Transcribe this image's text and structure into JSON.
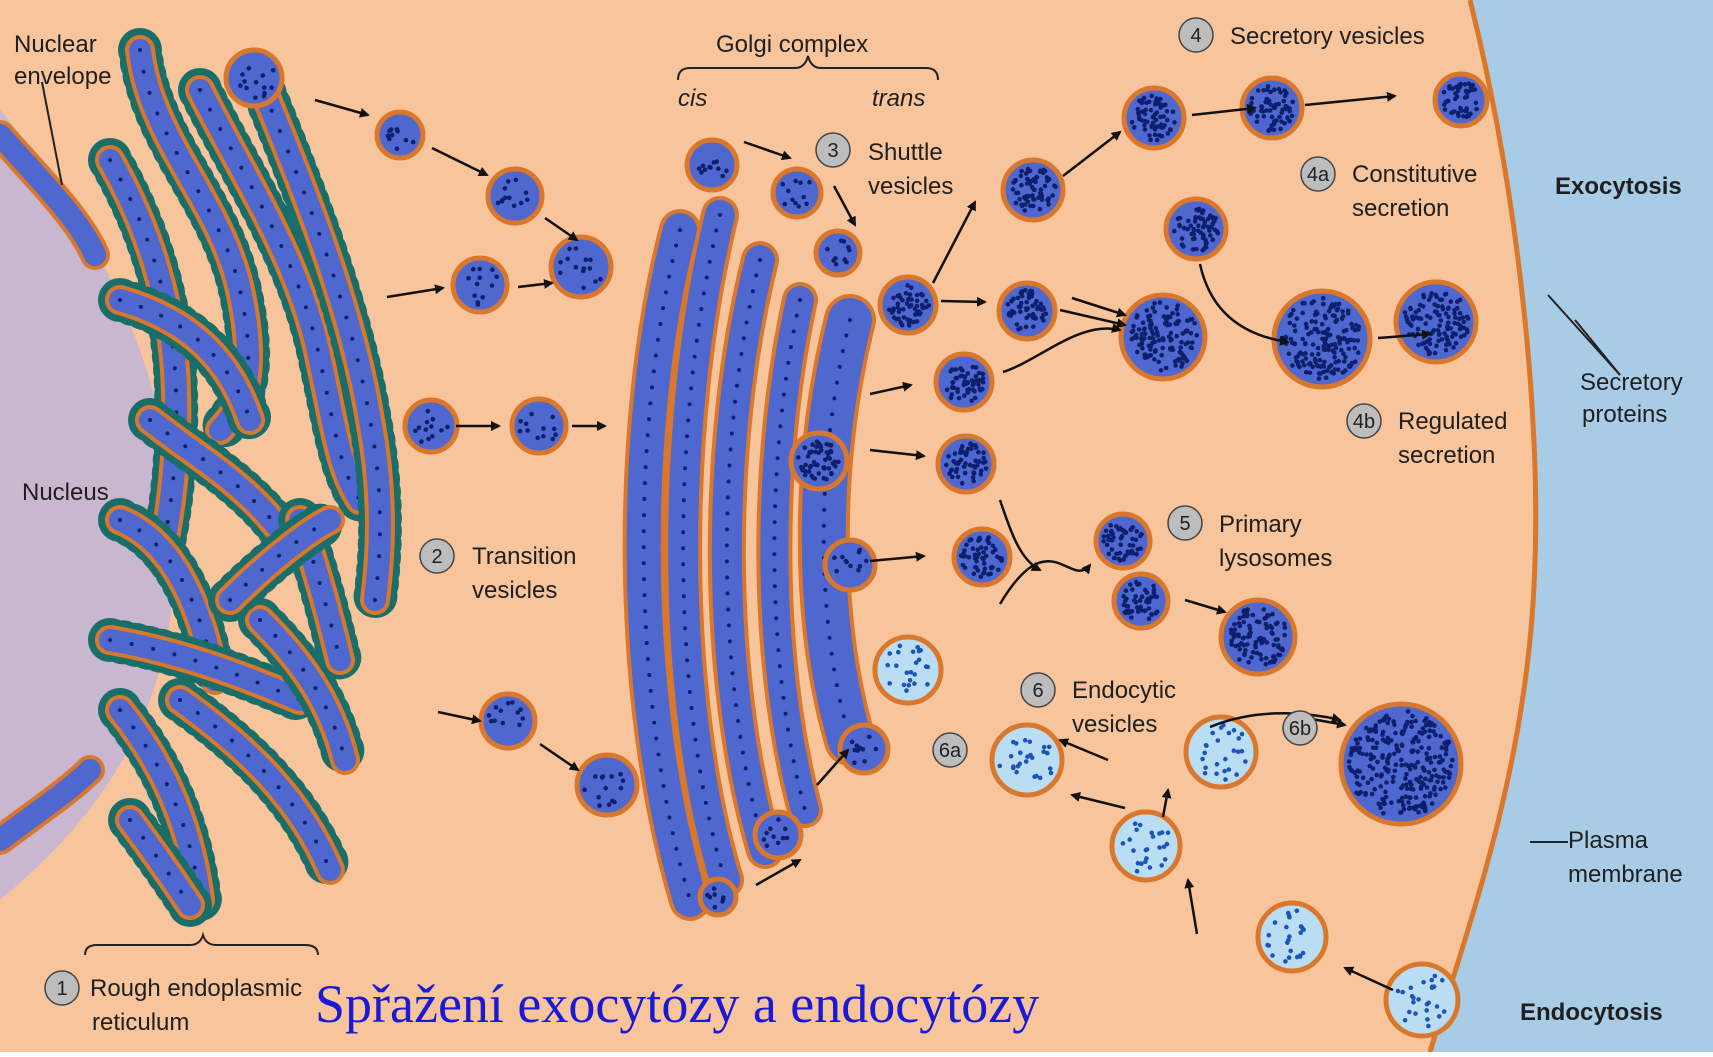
{
  "diagram": {
    "title": "Spřažení exocytózy a endocytózy",
    "labels": {
      "nuclear_envelope": [
        "Nuclear",
        "envelope"
      ],
      "nucleus": "Nucleus",
      "golgi_complex": "Golgi complex",
      "cis": "cis",
      "trans": "trans",
      "exocytosis": "Exocytosis",
      "endocytosis": "Endocytosis",
      "secretory_proteins": [
        "Secretory",
        "proteins"
      ],
      "plasma_membrane": [
        "Plasma",
        "membrane"
      ]
    },
    "steps": [
      {
        "num": "1",
        "lines": [
          "Rough endoplasmic",
          "reticulum"
        ]
      },
      {
        "num": "2",
        "lines": [
          "Transition",
          "vesicles"
        ]
      },
      {
        "num": "3",
        "lines": [
          "Shuttle",
          "vesicles"
        ]
      },
      {
        "num": "4",
        "lines": [
          "Secretory vesicles"
        ]
      },
      {
        "num": "4a",
        "lines": [
          "Constitutive",
          "secretion"
        ]
      },
      {
        "num": "4b",
        "lines": [
          "Regulated",
          "secretion"
        ]
      },
      {
        "num": "5",
        "lines": [
          "Primary",
          "lysosomes"
        ]
      },
      {
        "num": "6",
        "lines": [
          "Endocytic",
          "vesicles"
        ]
      },
      {
        "num": "6a",
        "lines": []
      },
      {
        "num": "6b",
        "lines": []
      }
    ],
    "colors": {
      "cytoplasm": "#f7c49b",
      "exterior": "#a9cce6",
      "nucleus": "#c9b6cf",
      "organelle_fill": "#4e68cf",
      "membrane": "#d9782d",
      "ribosome": "#1a6e6a",
      "dot": "#0e1f6e",
      "endocytic_fill": "#b9def3",
      "title": "#1a1ad6"
    }
  }
}
